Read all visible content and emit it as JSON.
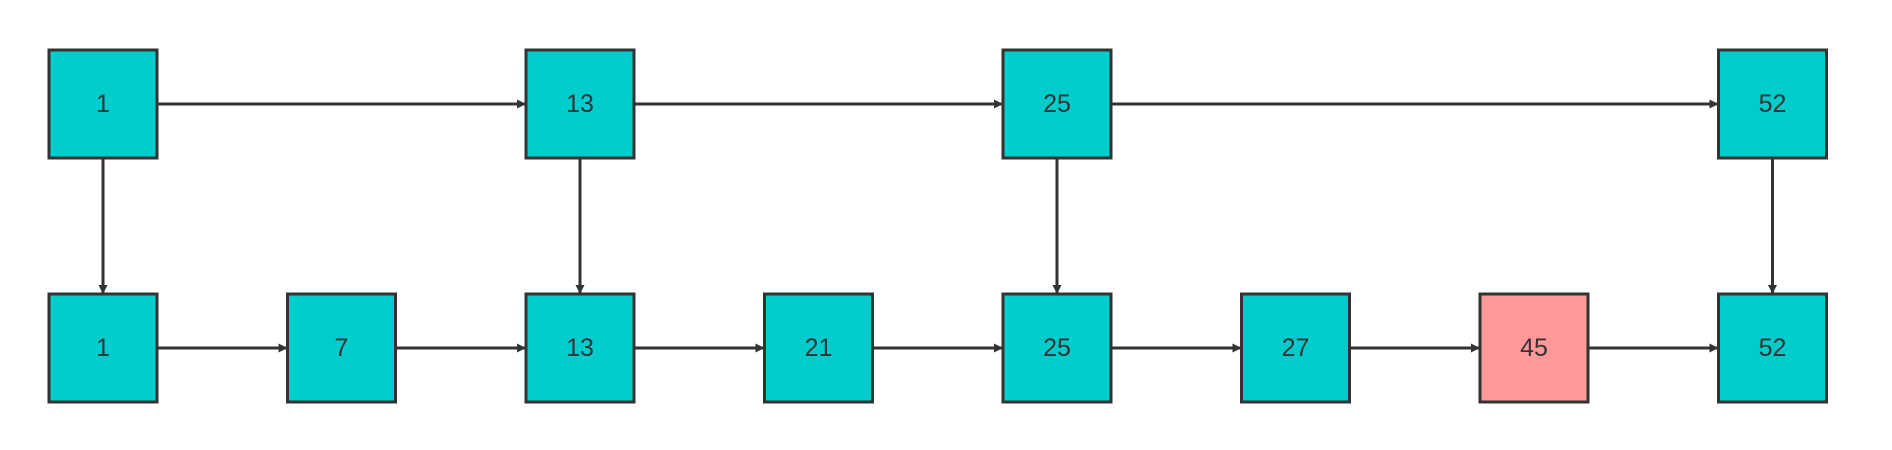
{
  "diagram": {
    "colors": {
      "node_fill": "#00CCCC",
      "highlight_fill": "#FF9999",
      "stroke": "#333333",
      "text": "#333333",
      "background": "#FFFFFF"
    },
    "index_level": {
      "nodes": [
        {
          "label": "1",
          "highlighted": false
        },
        {
          "label": "13",
          "highlighted": false
        },
        {
          "label": "25",
          "highlighted": false
        },
        {
          "label": "52",
          "highlighted": false
        }
      ]
    },
    "base_level": {
      "nodes": [
        {
          "label": "1",
          "highlighted": false
        },
        {
          "label": "7",
          "highlighted": false
        },
        {
          "label": "13",
          "highlighted": false
        },
        {
          "label": "21",
          "highlighted": false
        },
        {
          "label": "25",
          "highlighted": false
        },
        {
          "label": "27",
          "highlighted": false
        },
        {
          "label": "45",
          "highlighted": true
        },
        {
          "label": "52",
          "highlighted": false
        }
      ]
    },
    "down_links": [
      {
        "from_index": 0,
        "to_base": 0
      },
      {
        "from_index": 1,
        "to_base": 2
      },
      {
        "from_index": 2,
        "to_base": 4
      },
      {
        "from_index": 3,
        "to_base": 7
      }
    ]
  }
}
